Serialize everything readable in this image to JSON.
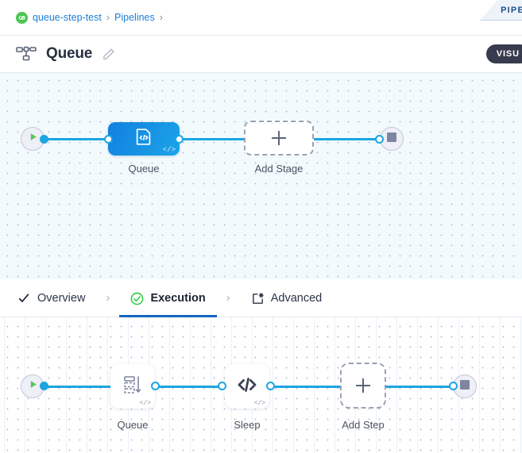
{
  "top_tab": {
    "label": "PIPE"
  },
  "breadcrumb": {
    "avatar_icon": "project-avatar-icon",
    "items": [
      {
        "label": "queue-step-test"
      },
      {
        "label": "Pipelines"
      }
    ],
    "separator": "›"
  },
  "header": {
    "icon": "pipeline-hierarchy-icon",
    "title": "Queue",
    "edit_icon": "pencil-icon",
    "visualize_label": "VISU"
  },
  "stage_canvas": {
    "start_icon": "play-icon",
    "end_icon": "stop-icon",
    "nodes": [
      {
        "label": "Queue",
        "icon": "code-card-icon",
        "badge": "</>"
      },
      {
        "label": "Add Stage",
        "icon": "plus-icon"
      }
    ]
  },
  "tabs": [
    {
      "label": "Overview",
      "icon": "check-icon",
      "active": false
    },
    {
      "label": "Execution",
      "icon": "check-circle-icon",
      "active": true
    },
    {
      "label": "Advanced",
      "icon": "advanced-gear-box-icon",
      "active": false
    }
  ],
  "tab_separator": "›",
  "step_canvas": {
    "start_icon": "play-icon",
    "end_icon": "stop-icon",
    "nodes": [
      {
        "label": "Queue",
        "icon": "queue-list-icon",
        "badge": "</>"
      },
      {
        "label": "Sleep",
        "icon": "code-icon",
        "badge": "</>"
      },
      {
        "label": "Add Step",
        "icon": "plus-icon"
      }
    ]
  },
  "colors": {
    "accent_blue": "#1ca5e0",
    "link_blue": "#1d7fd6",
    "active_tab_underline": "#1565c0",
    "green": "#4cc552",
    "node_gradient_from": "#1280e0",
    "node_gradient_to": "#1ba4e8",
    "dark_pill": "#383b4d"
  }
}
